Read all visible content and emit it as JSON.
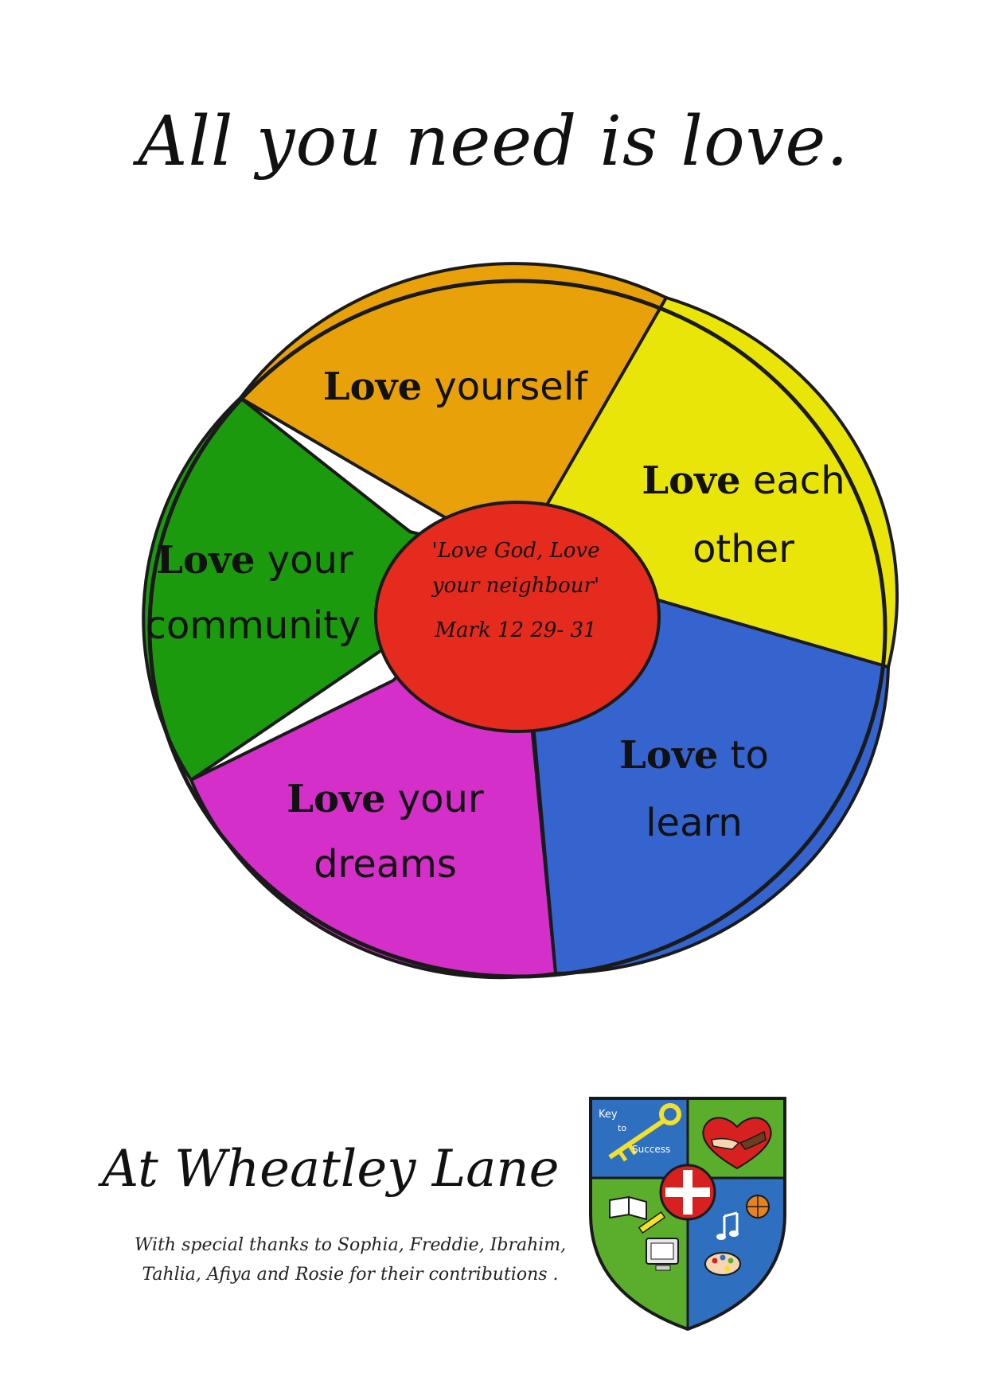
{
  "title": "All you need is love.",
  "wheel": {
    "segments": [
      {
        "id": "yourself",
        "love": "Love",
        "line1": " yourself",
        "line2": "",
        "color": "#E9A10A"
      },
      {
        "id": "each-other",
        "love": "Love",
        "line1": " each",
        "line2": "other",
        "color": "#E9E509"
      },
      {
        "id": "to-learn",
        "love": "Love",
        "line1": " to",
        "line2": "learn",
        "color": "#3564CF"
      },
      {
        "id": "dreams",
        "love": "Love",
        "line1": " your",
        "line2": "dreams",
        "color": "#D42FC8"
      },
      {
        "id": "community",
        "love": "Love",
        "line1": " your",
        "line2": "community",
        "color": "#1C9A0E"
      }
    ],
    "centre": {
      "line1": "'Love God, Love",
      "line2": "your neighbour'",
      "line3": "Mark 12 29- 31",
      "color": "#E52A1E"
    }
  },
  "footer": {
    "school": "At Wheatley Lane",
    "thanks_line1": "With special thanks to Sophia, Freddie, Ibrahim,",
    "thanks_line2": "Tahlia, Afiya and Rosie for their contributions ."
  },
  "crest": {
    "key_text_1": "Key",
    "key_text_2": "to",
    "key_text_3": "Success",
    "colors": {
      "blue": "#2E6FC0",
      "green": "#5BAE2C",
      "red": "#D72020",
      "gold": "#F2E02A"
    }
  }
}
